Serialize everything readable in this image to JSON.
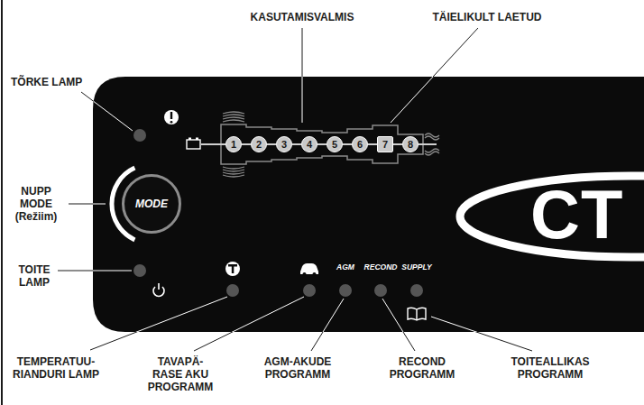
{
  "diagram": {
    "nodes": [
      {
        "text": [
          "1"
        ]
      },
      {
        "text": [
          "2"
        ]
      },
      {
        "text": [
          "3"
        ]
      },
      {
        "text": [
          "4"
        ]
      },
      {
        "text": [
          "5"
        ]
      },
      {
        "text": [
          "6"
        ]
      },
      {
        "text": [
          "7"
        ]
      },
      {
        "text": [
          "8"
        ]
      },
      {
        "text": [
          "MODE"
        ]
      }
    ],
    "edges": [
      {
        "from": 0,
        "to": 1,
        "arrow": "none"
      },
      {
        "from": 1,
        "to": 2,
        "arrow": "none"
      },
      {
        "from": 2,
        "to": 3,
        "arrow": "none"
      },
      {
        "from": 3,
        "to": 4,
        "arrow": "none"
      },
      {
        "from": 4,
        "to": 5,
        "arrow": "none"
      },
      {
        "from": 5,
        "to": 6,
        "arrow": "none"
      },
      {
        "from": 6,
        "to": 7,
        "arrow": "none"
      }
    ],
    "labels": [
      "KASUTAMISVALMIS",
      "TÄIELIKULT LAETUD",
      "TÕRKE LAMP",
      "NUPP MODE (Režiim)",
      "TOITE LAMP",
      "CT",
      "AGM",
      "RECOND",
      "SUPPLY",
      "TEMPERATUU- RIANDURI LAMP",
      "TAVAPÄ- RASE AKU PROGRAMM",
      "AGM-AKUDE PROGRAMM",
      "RECOND PROGRAMM",
      "TOITEALLIKAS PROGRAMM"
    ]
  }
}
